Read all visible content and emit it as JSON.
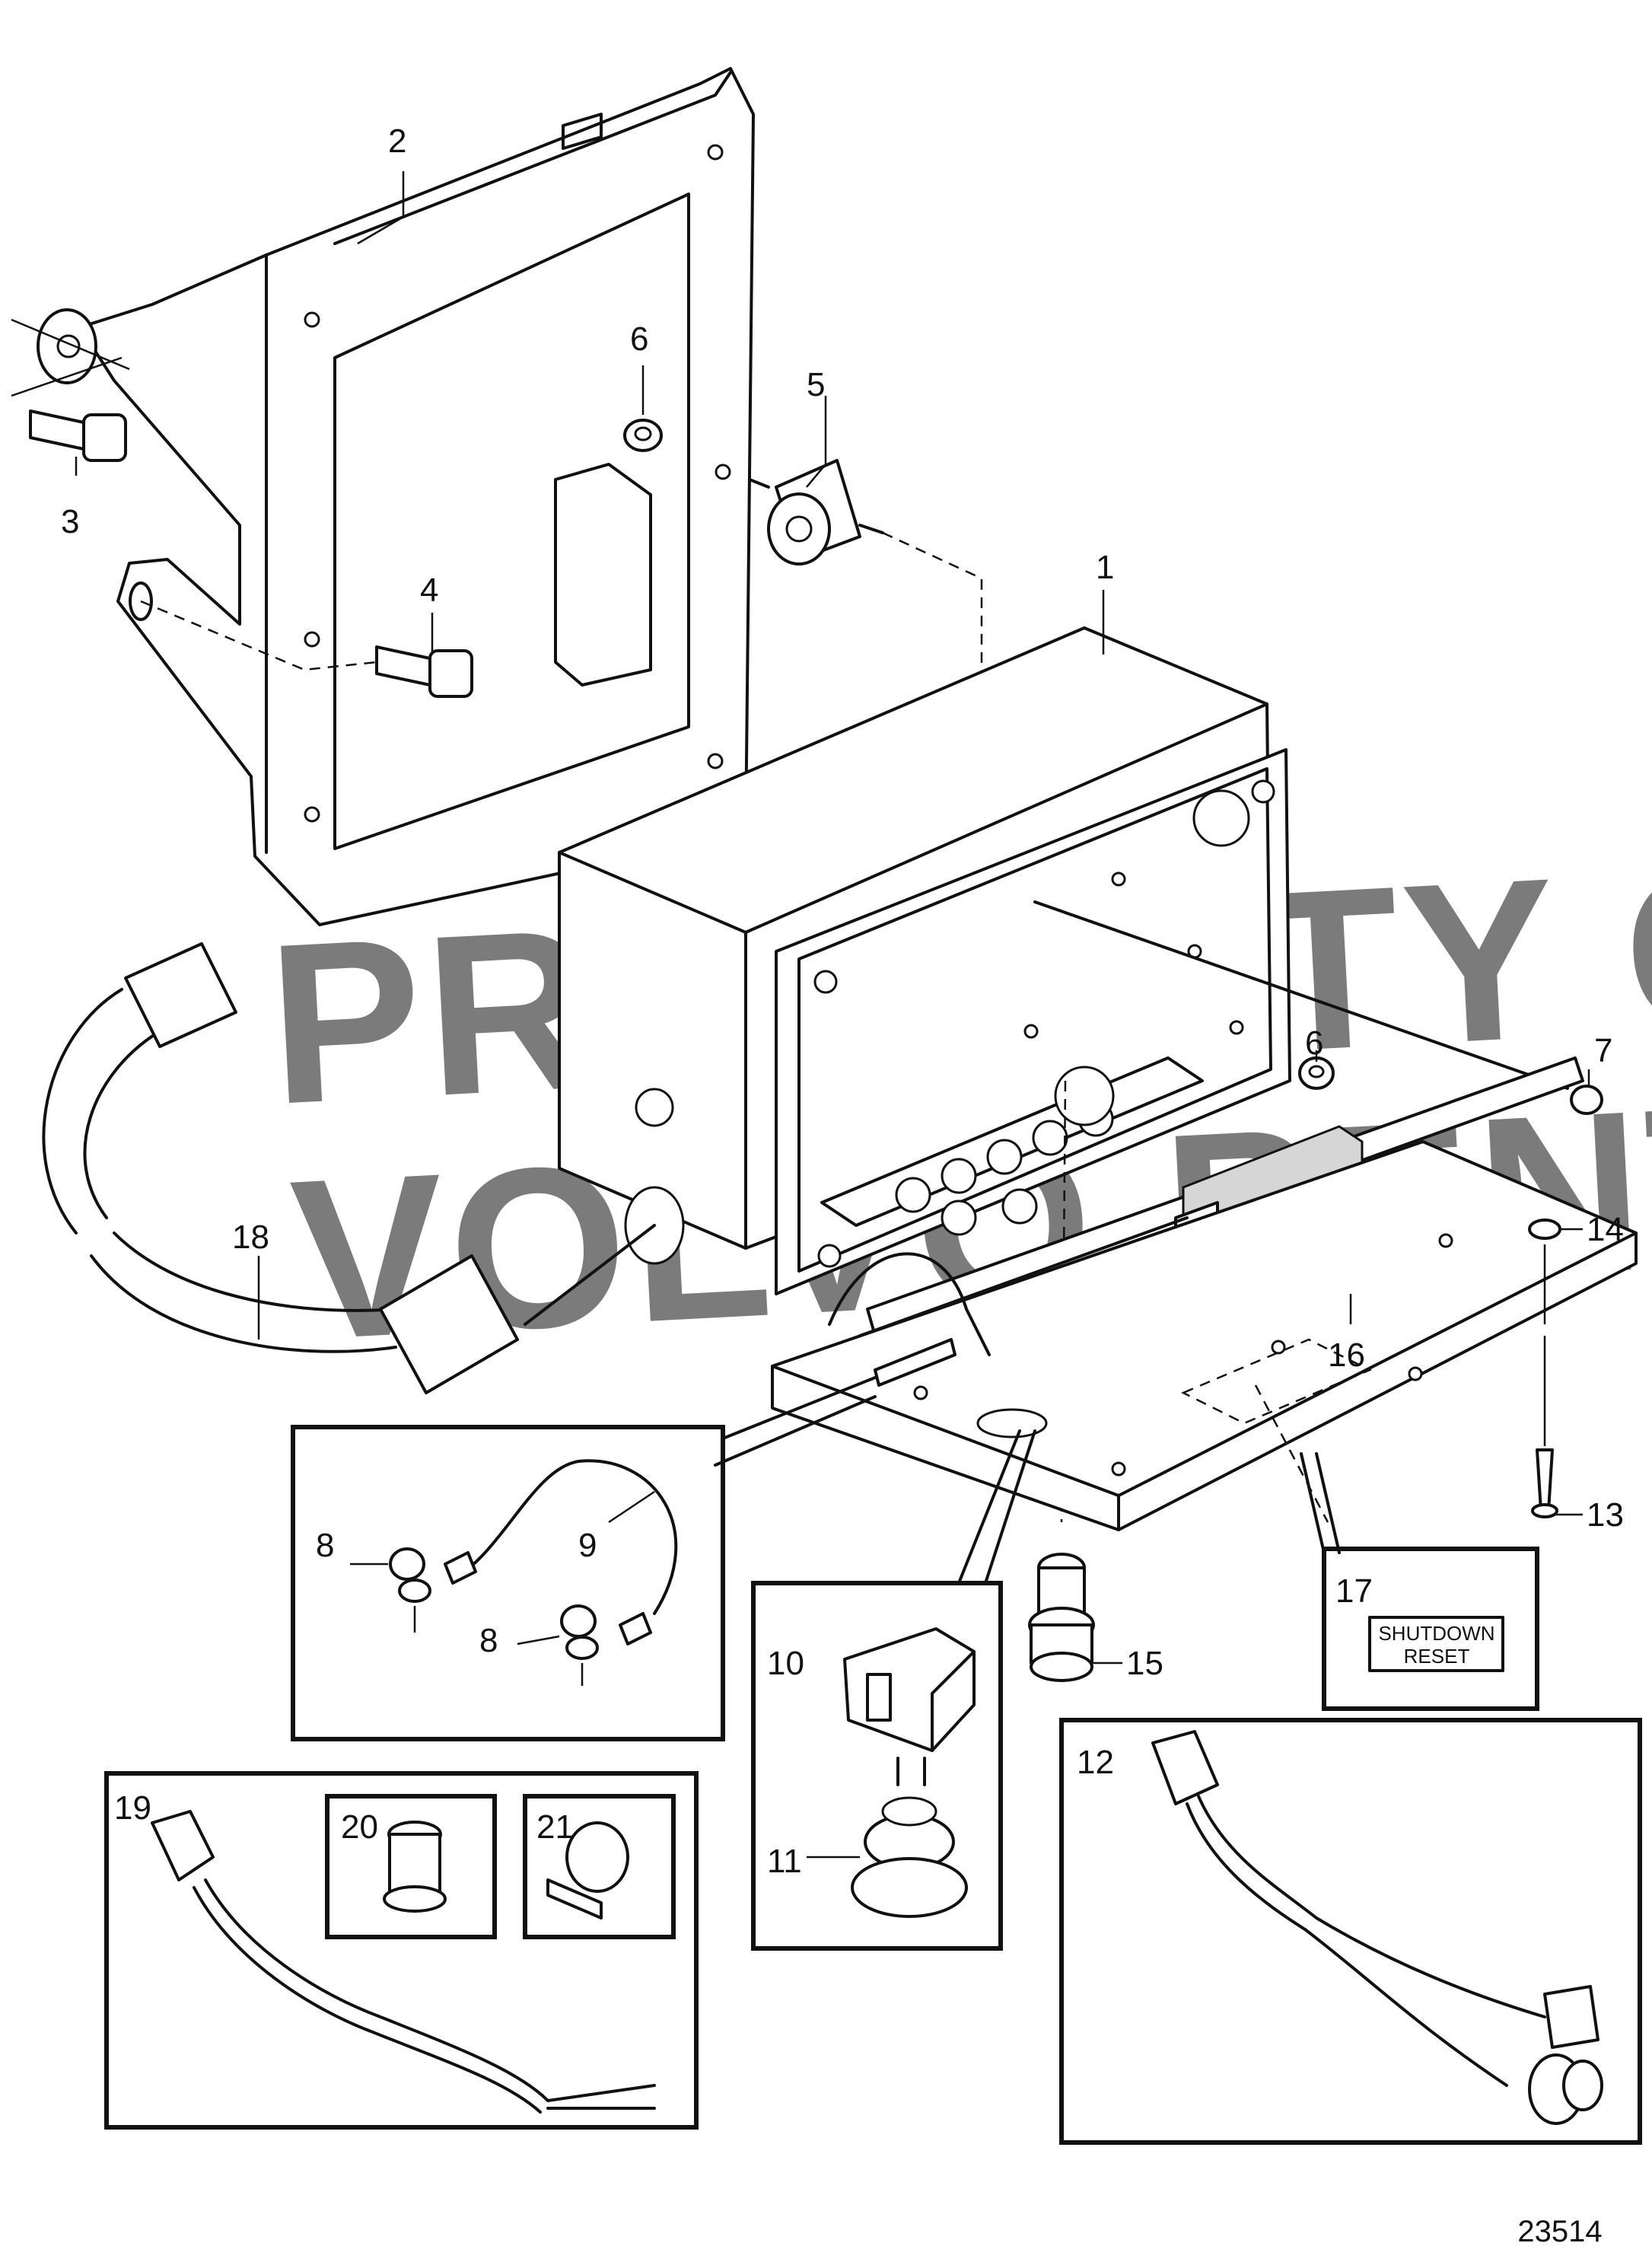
{
  "watermark": {
    "line1": "PROPERTY OF",
    "line2": "VOLVO PENTA"
  },
  "figure_number": "23514",
  "callouts": {
    "c1": "1",
    "c2": "2",
    "c3": "3",
    "c4": "4",
    "c5": "5",
    "c6a": "6",
    "c6b": "6",
    "c7": "7",
    "c8a": "8",
    "c8b": "8",
    "c9": "9",
    "c10": "10",
    "c11": "11",
    "c12": "12",
    "c13": "13",
    "c14": "14",
    "c15": "15",
    "c16": "16",
    "c17": "17",
    "c18": "18",
    "c19": "19",
    "c20": "20",
    "c21": "21"
  },
  "shutdown_panel": {
    "line1": "SHUTDOWN",
    "line2": "RESET"
  }
}
